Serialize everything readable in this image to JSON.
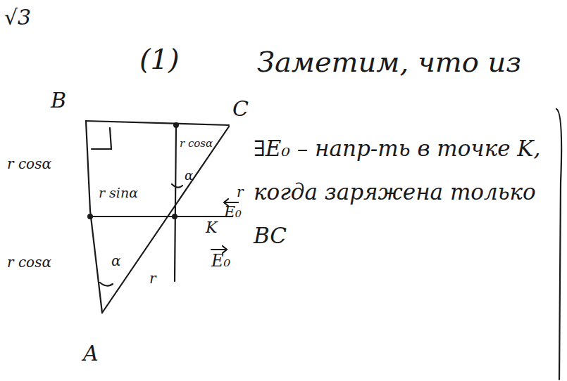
{
  "diagram": {
    "labels": [
      "√3",
      "(1)",
      "Заметим, что из",
      "B",
      "C",
      "r cosα",
      "r sinα",
      "r cosα",
      "α",
      "r",
      "E₀",
      "K",
      "r cosα",
      "α",
      "r",
      "E₀",
      "A",
      "∃E₀ – напр-ть в точке K, когда заряжена только BC"
    ]
  }
}
